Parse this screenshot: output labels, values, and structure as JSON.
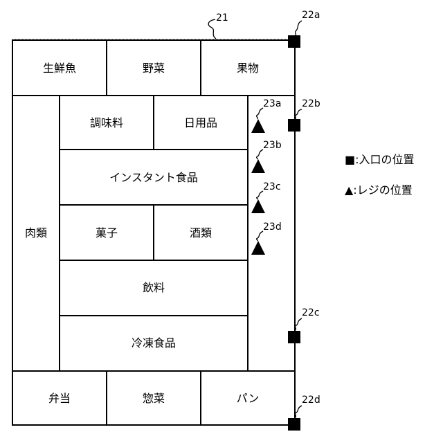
{
  "store_ref": "21",
  "sections": {
    "fish": "生鮮魚",
    "vegetables": "野菜",
    "fruit": "果物",
    "meat": "肉類",
    "seasoning": "調味料",
    "daily_goods": "日用品",
    "instant_food": "インスタント食品",
    "snacks": "菓子",
    "alcohol": "酒類",
    "drinks": "飲料",
    "frozen_food": "冷凍食品",
    "bento": "弁当",
    "side_dishes": "惣菜",
    "bread": "パン"
  },
  "entrances": [
    "22a",
    "22b",
    "22c",
    "22d"
  ],
  "registers": [
    "23a",
    "23b",
    "23c",
    "23d"
  ],
  "legend": {
    "entrance": "■:入口の位置",
    "register": "▲:レジの位置"
  }
}
